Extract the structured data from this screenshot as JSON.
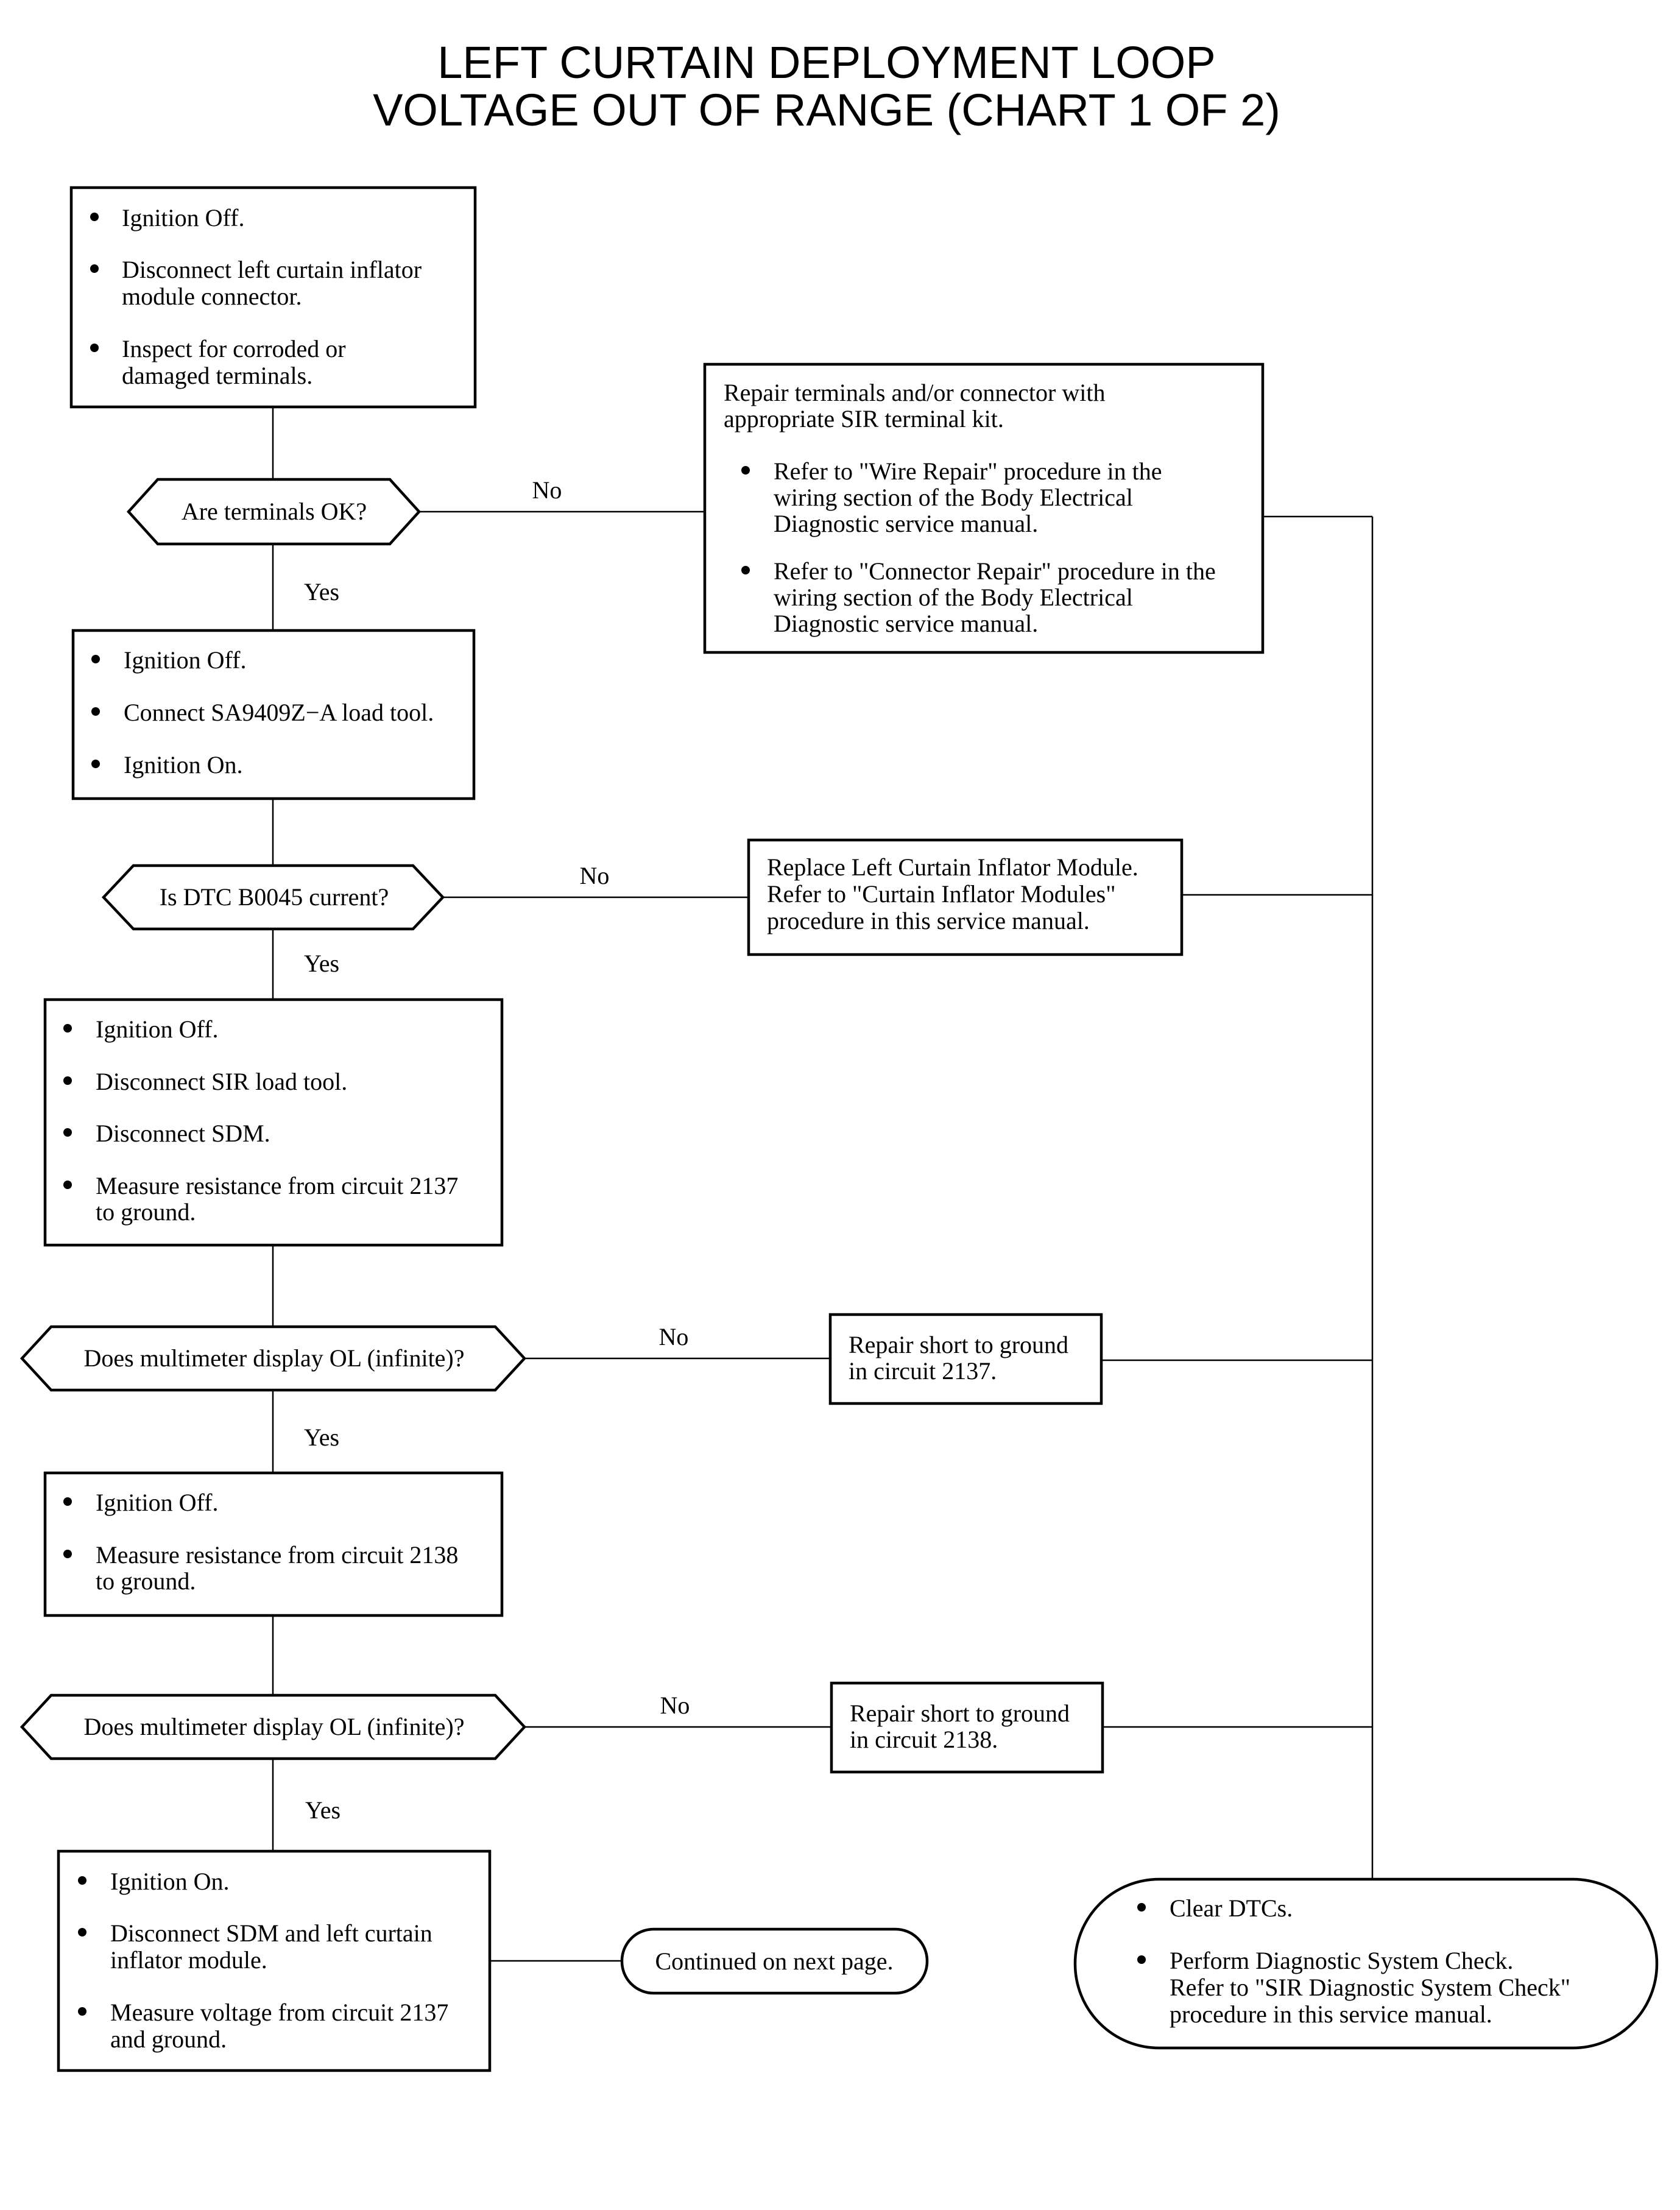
{
  "title": {
    "line1": "LEFT CURTAIN DEPLOYMENT LOOP",
    "line2": "VOLTAGE OUT OF RANGE (CHART 1 OF 2)"
  },
  "step1": {
    "bullets": [
      "Ignition Off.",
      "Disconnect left curtain inflator",
      "module connector.",
      "Inspect for corroded or",
      "damaged terminals."
    ]
  },
  "decision1": {
    "question": "Are terminals OK?",
    "yes": "Yes",
    "no": "No"
  },
  "repair1": {
    "intro1": "Repair terminals and/or connector with",
    "intro2": "appropriate SIR terminal kit.",
    "b1l1": "Refer to \"Wire Repair\" procedure in the",
    "b1l2": "wiring section of the Body Electrical",
    "b1l3": "Diagnostic service manual.",
    "b2l1": "Refer to \"Connector Repair\" procedure in the",
    "b2l2": "wiring section of the Body Electrical",
    "b2l3": "Diagnostic service manual."
  },
  "step2": {
    "bullets": [
      "Ignition Off.",
      "Connect SA9409Z−A load tool.",
      "Ignition On."
    ]
  },
  "decision2": {
    "question": "Is DTC B0045 current?",
    "yes": "Yes",
    "no": "No"
  },
  "repair2": {
    "l1": "Replace Left Curtain Inflator Module.",
    "l2": "Refer to \"Curtain Inflator Modules\"",
    "l3": "procedure in this service manual."
  },
  "step3": {
    "bullets": [
      "Ignition Off.",
      "Disconnect SIR load tool.",
      "Disconnect SDM.",
      "Measure resistance from circuit 2137",
      "to ground."
    ]
  },
  "decision3": {
    "question": "Does multimeter display OL (infinite)?",
    "yes": "Yes",
    "no": "No"
  },
  "repair3": {
    "l1": "Repair short to ground",
    "l2": "in circuit 2137."
  },
  "step4": {
    "bullets": [
      "Ignition Off.",
      "Measure resistance from circuit 2138",
      "to ground."
    ]
  },
  "decision4": {
    "question": "Does multimeter display OL (infinite)?",
    "yes": "Yes",
    "no": "No"
  },
  "repair4": {
    "l1": "Repair short to ground",
    "l2": "in circuit 2138."
  },
  "step5": {
    "bullets": [
      "Ignition On.",
      "Disconnect SDM and left curtain",
      "inflator module.",
      "Measure voltage from circuit 2137",
      "and ground."
    ]
  },
  "continued": {
    "label": "Continued on next page."
  },
  "final": {
    "b1": "Clear DTCs.",
    "b2l1": "Perform Diagnostic System Check.",
    "b2l2": "Refer to \"SIR Diagnostic System Check\"",
    "b2l3": "procedure in this service manual."
  }
}
